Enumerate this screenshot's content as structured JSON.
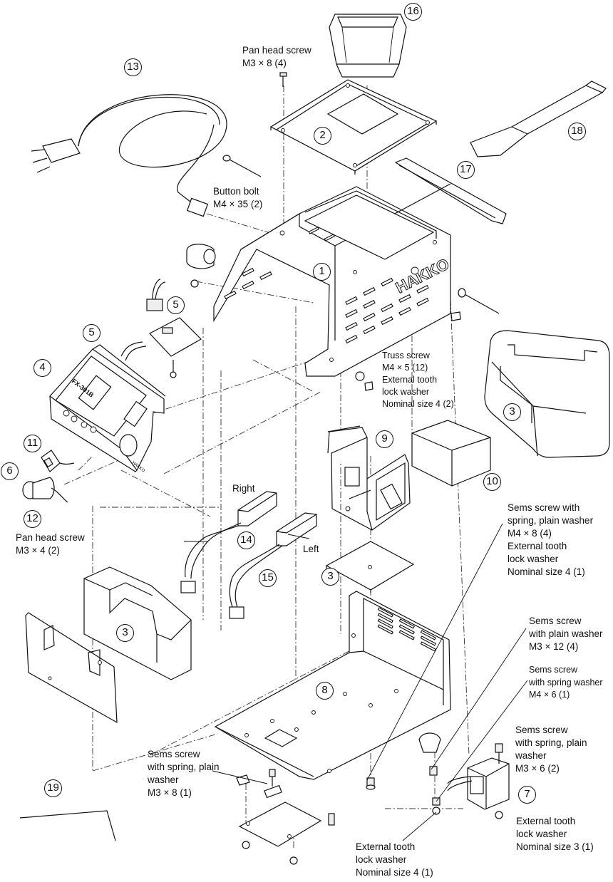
{
  "callouts": {
    "c1": "1",
    "c2": "2",
    "c3a": "3",
    "c3b": "3",
    "c3c": "3",
    "c4": "4",
    "c5a": "5",
    "c5b": "5",
    "c6": "6",
    "c7": "7",
    "c8": "8",
    "c9": "9",
    "c10": "10",
    "c11": "11",
    "c12": "12",
    "c13": "13",
    "c14": "14",
    "c15": "15",
    "c16": "16",
    "c17": "17",
    "c18": "18",
    "c19": "19"
  },
  "labels": {
    "pan_head_top": [
      "Pan head screw",
      "M3 × 8 (4)"
    ],
    "button_bolt": [
      "Button bolt",
      "M4 × 35 (2)"
    ],
    "truss_screw": [
      "Truss screw",
      "M4 × 5 (12)",
      "External tooth",
      "lock washer",
      "Nominal size 4 (2)"
    ],
    "right": "Right",
    "left": "Left",
    "pan_head_left": [
      "Pan head screw",
      "M3 × 4 (2)"
    ],
    "sems_spring_plain_m4": [
      "Sems screw with",
      "spring, plain washer",
      "M4 × 8 (4)",
      "External tooth",
      "lock washer",
      "Nominal size 4 (1)"
    ],
    "sems_plain_m3": [
      "Sems screw",
      "with plain washer",
      "M3 × 12 (4)"
    ],
    "sems_spring_m4": [
      "Sems screw",
      "with spring washer",
      "M4 × 6 (1)"
    ],
    "sems_spring_plain_m3x6": [
      "Sems screw",
      "with spring, plain",
      "washer",
      "M3 × 6 (2)"
    ],
    "ext_tooth_size3": [
      "External tooth",
      "lock washer",
      "Nominal size 3 (1)"
    ],
    "sems_spring_plain_m3x8": [
      "Sems screw",
      "with spring, plain",
      "washer",
      "M3 × 8 (1)"
    ],
    "ext_tooth_size4": [
      "External tooth",
      "lock washer",
      "Nominal size 4 (1)"
    ]
  },
  "product_marks": {
    "brand_case": "HAKKO",
    "model_panel": "FX-301B",
    "brand_panel": "HAKKO"
  }
}
